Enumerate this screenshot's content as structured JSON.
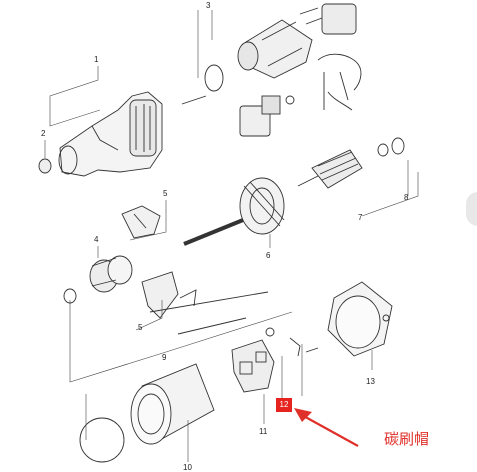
{
  "diagram": {
    "part_numbers": [
      "1",
      "2",
      "3",
      "4",
      "5",
      "5",
      "6",
      "7",
      "8",
      "9",
      "10",
      "11",
      "12",
      "13"
    ],
    "highlight": {
      "number": "12",
      "color": "#e6231f"
    },
    "callout": {
      "text": "碳刷帽",
      "color": "#e0302a"
    }
  }
}
